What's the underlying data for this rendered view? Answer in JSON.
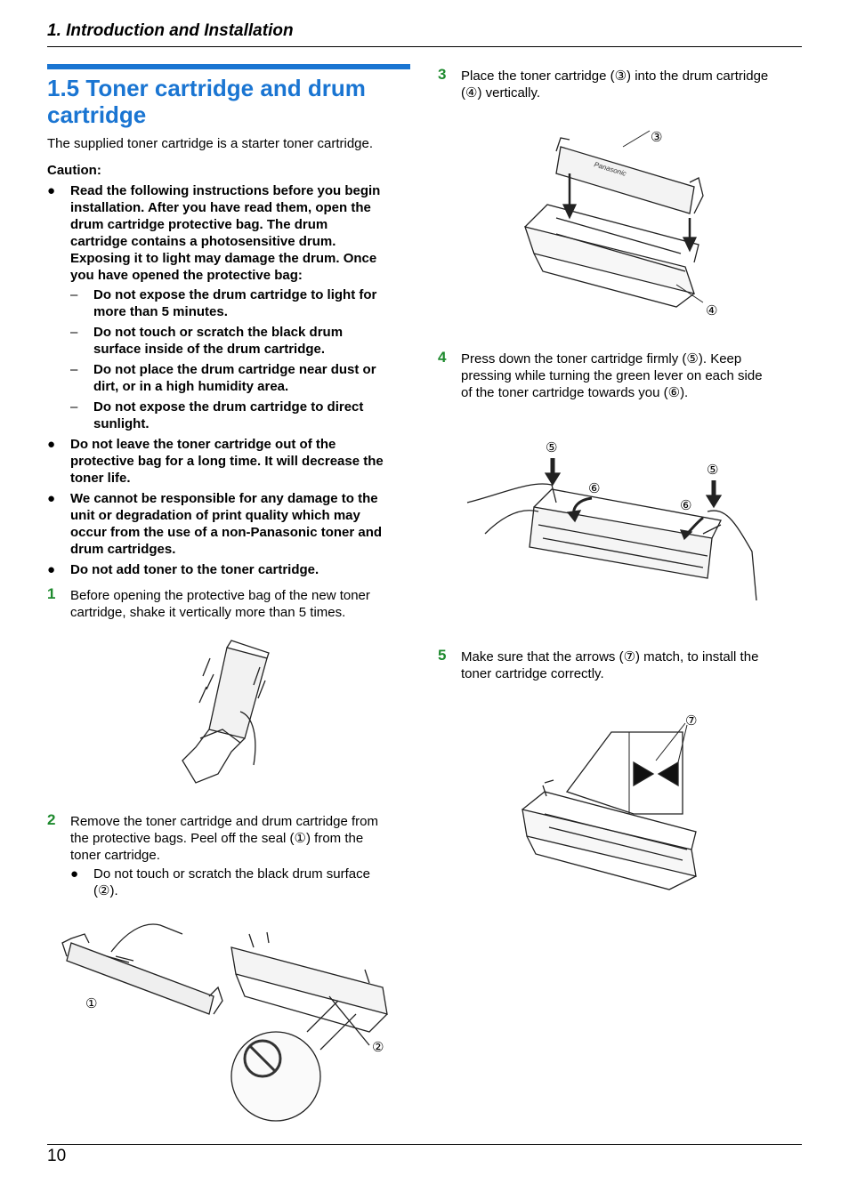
{
  "header": {
    "title": "1. Introduction and Installation"
  },
  "section": {
    "title_line1": "1.5 Toner cartridge and drum",
    "title_line2": "cartridge",
    "intro": "The supplied toner cartridge is a starter toner cartridge.",
    "caution_label": "Caution:"
  },
  "caution": {
    "bullet1": [
      "Read the following instructions before you begin",
      "installation. After you have read them, open the",
      "drum cartridge protective bag. The drum",
      "cartridge contains a photosensitive drum.",
      "Exposing it to light may damage the drum. Once",
      "you have opened the protective bag:"
    ],
    "subs": [
      [
        "Do not expose the drum cartridge to light for",
        "more than 5 minutes."
      ],
      [
        "Do not touch or scratch the black drum",
        "surface inside of the drum cartridge."
      ],
      [
        "Do not place the drum cartridge near dust or",
        "dirt, or in a high humidity area."
      ],
      [
        "Do not expose the drum cartridge to direct",
        "sunlight."
      ]
    ],
    "bullet2": [
      "Do not leave the toner cartridge out of the",
      "protective bag for a long time. It will decrease the",
      "toner life."
    ],
    "bullet3": [
      "We cannot be responsible for any damage to the",
      "unit or degradation of print quality which may",
      "occur from the use of a non-Panasonic toner and",
      "drum cartridges."
    ],
    "bullet4": [
      "Do not add toner to the toner cartridge."
    ]
  },
  "steps": [
    {
      "num": "1",
      "lines": [
        "Before opening the protective bag of the new toner",
        "cartridge, shake it vertically more than 5 times."
      ]
    },
    {
      "num": "2",
      "lines": [
        "Remove the toner cartridge and drum cartridge from",
        "the protective bags. Peel off the seal (①) from the",
        "toner cartridge."
      ],
      "sub": [
        "Do not touch or scratch the black drum surface",
        "(②)."
      ]
    },
    {
      "num": "3",
      "lines": [
        "Place the toner cartridge (③) into the drum cartridge",
        "(④) vertically."
      ]
    },
    {
      "num": "4",
      "lines": [
        "Press down the toner cartridge firmly (⑤). Keep",
        "pressing while turning the green lever on each side",
        "of the toner cartridge towards you (⑥)."
      ]
    },
    {
      "num": "5",
      "lines": [
        "Make sure that the arrows (⑦) match, to install the",
        "toner cartridge correctly."
      ]
    }
  ],
  "callouts": {
    "c1": "①",
    "c2": "②",
    "c3": "③",
    "c4": "④",
    "c5": "⑤",
    "c6": "⑥",
    "c7": "⑦"
  },
  "brand_on_cartridge": "Panasonic",
  "footer": {
    "page_number": "10"
  },
  "colors": {
    "accent_blue": "#1a75d2",
    "step_green": "#1e8a2e"
  }
}
